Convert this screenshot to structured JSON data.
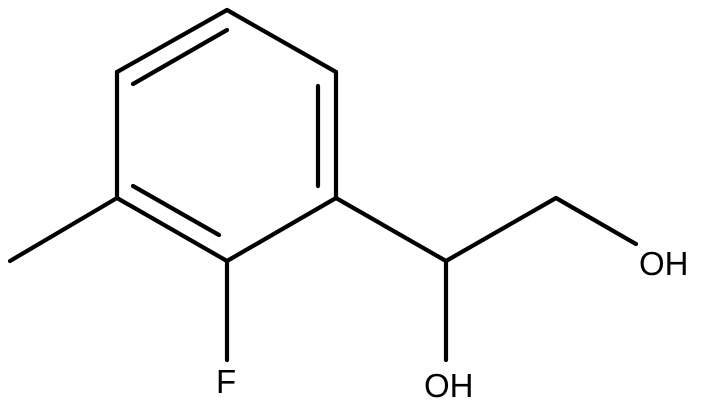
{
  "molecule": {
    "atoms": {
      "fluorine": "F",
      "hydroxyl_1": "OH",
      "hydroxyl_2": "OH"
    }
  },
  "colors": {
    "bond": "#000000",
    "label": "#000000",
    "background": "#ffffff"
  }
}
